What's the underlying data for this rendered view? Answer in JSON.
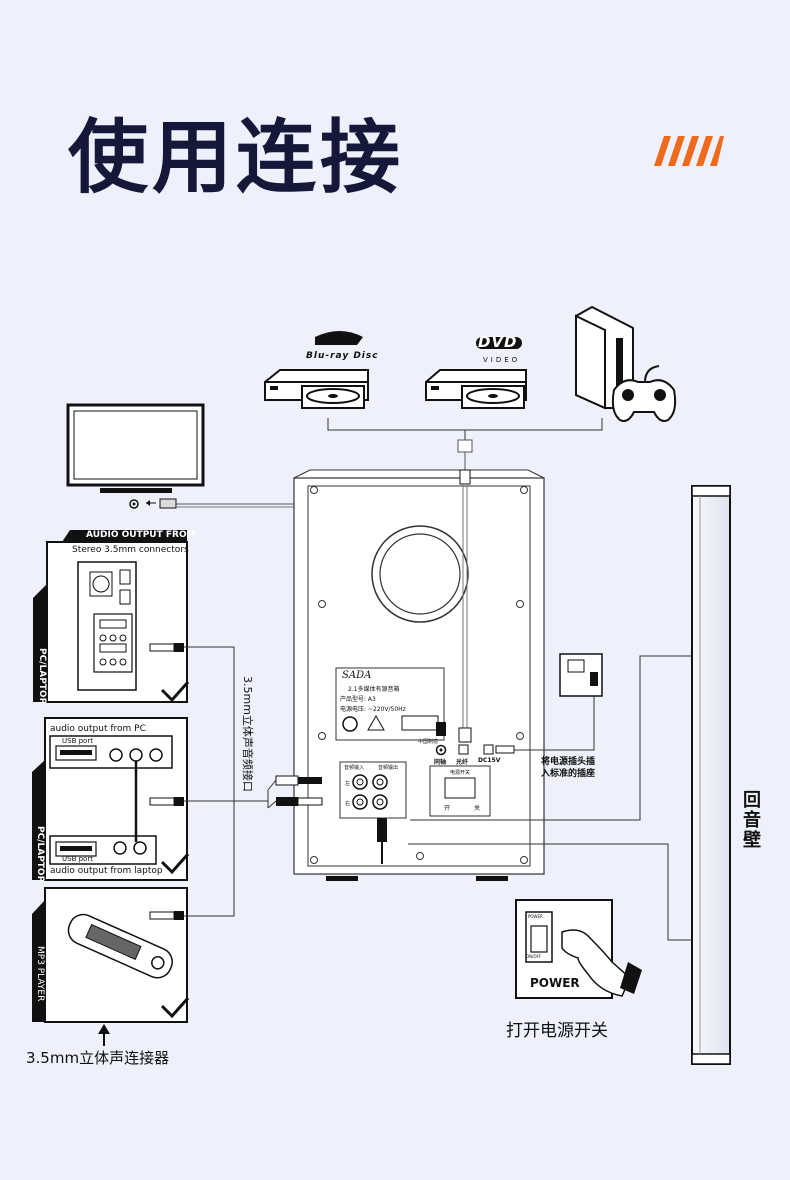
{
  "title": "使用连接",
  "logos": {
    "bluray": "Blu-ray Disc",
    "dvd": "DVD",
    "dvd_sub": "VIDEO"
  },
  "pc_panel": {
    "header": "AUDIO OUTPUT FROM",
    "subheader": "Stereo 3.5mm connectors",
    "side_label": "PC/LAPTOP"
  },
  "pc_panel2": {
    "top_label": "audio output from PC",
    "usb_label_top": "USB port",
    "usb_label_bottom": "USB port",
    "bottom_label": "audio output from laptop",
    "side_label": "PC/LAPTOP"
  },
  "mp3_panel": {
    "side_label": "MP3 PLAYER"
  },
  "cable_label": "3.5mm立体声音频接口",
  "connector_caption": "3.5mm立体声连接器",
  "speaker_label": {
    "brand": "SADA",
    "line1": "2.1多媒体有源音箱",
    "line2": "产品型号: A3",
    "line3": "电源电压: ~220V/50Hz",
    "made_in": "中国制造"
  },
  "ports": {
    "coax": "同轴",
    "optical": "光纤",
    "dc": "DC15V",
    "audio_in": "音频输入",
    "audio_out": "音频输出",
    "left": "左",
    "right": "右",
    "power_panel": "电源开关",
    "on": "开",
    "off": "关"
  },
  "socket_note_line1": "将电源插头插",
  "socket_note_line2": "入标准的插座",
  "soundbar_label": "回音壁",
  "power": {
    "button": "POWER",
    "small": "POWER",
    "onoff": "ON/OFF",
    "caption": "打开电源开关"
  },
  "colors": {
    "title": "#16183a",
    "accent": "#f06a1e",
    "background": "#eef1fb"
  }
}
